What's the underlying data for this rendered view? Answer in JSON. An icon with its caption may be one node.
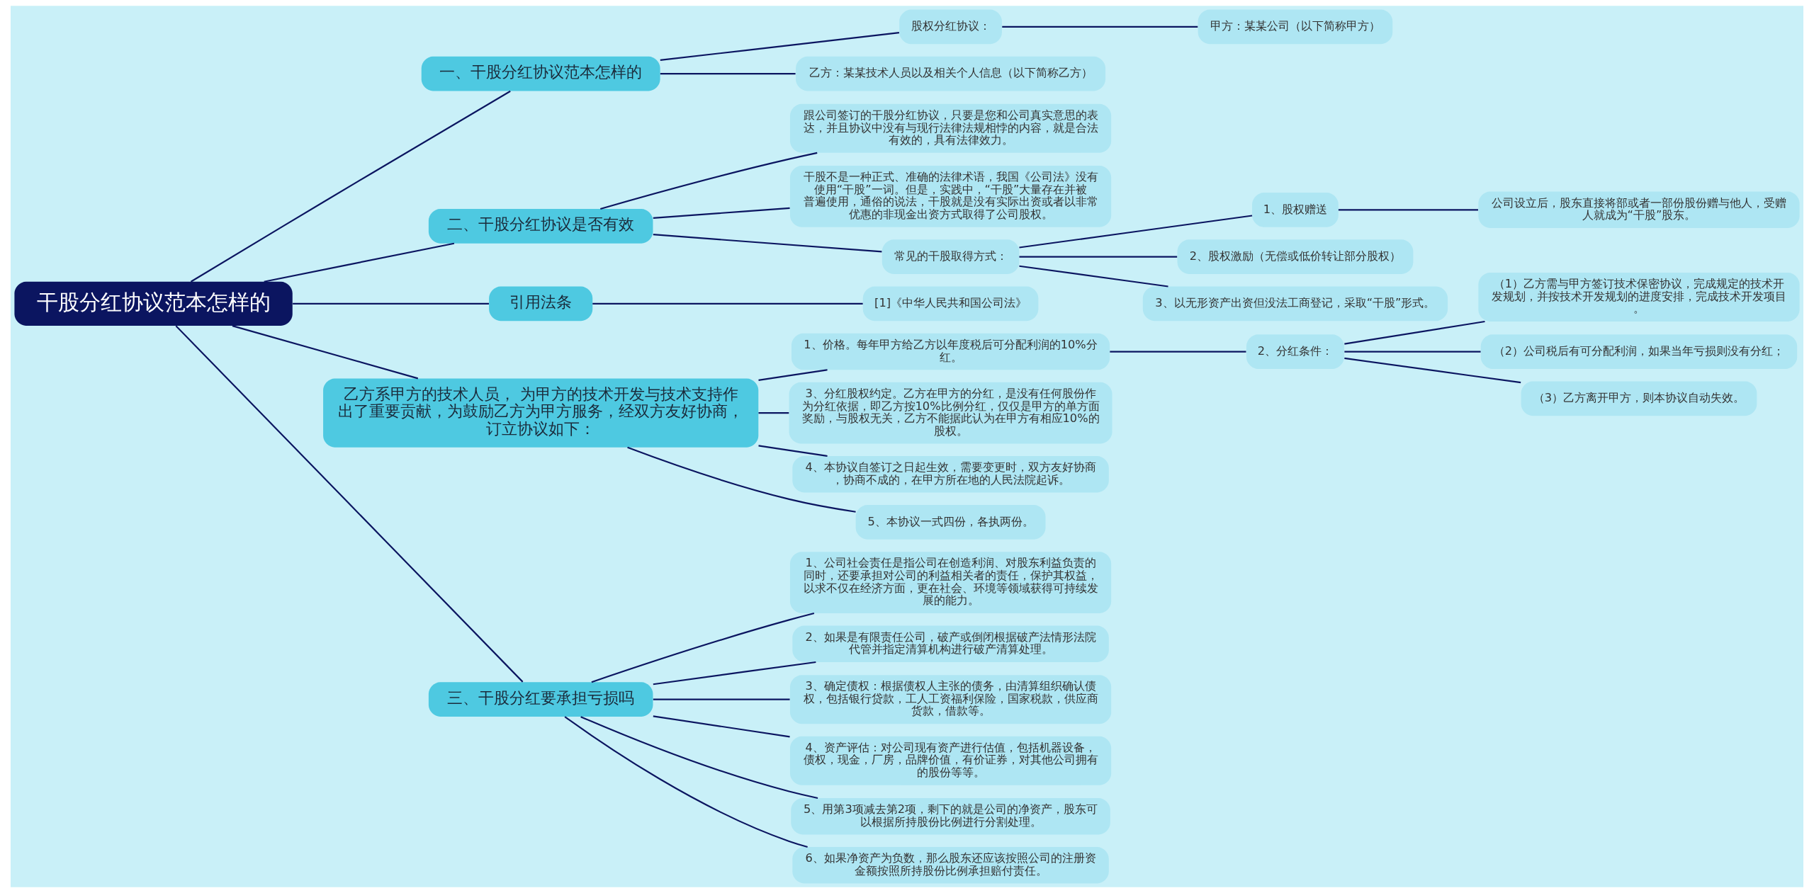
{
  "diagram": {
    "nodes": [
      {
        "text": [
          "干股分红协议范本怎样的"
        ]
      },
      {
        "text": [
          "一、干股分红协议范本怎样的"
        ]
      },
      {
        "text": [
          "股权分红协议："
        ]
      },
      {
        "text": [
          "甲方：某某公司（以下简称甲方）"
        ]
      },
      {
        "text": [
          "乙方：某某技术人员以及相关个人信息（以下简称乙方）"
        ]
      },
      {
        "text": [
          "二、干股分红协议是否有效"
        ]
      },
      {
        "text": [
          "跟公司签订的干股分红协议，只要是您和公司真实意思的表达，并且协议中没有与现行法律法规相悖的内容，就是合法有效的，具有法律效力。"
        ]
      },
      {
        "text": [
          "干股不是一种正式、准确的法律术语，我国《公司法》没有使用“干股”一词。但是，实践中，“干股”大量存在并被普遍使用，通俗的说法，干股就是没有实际出资或者以非常优惠的非现金出资方式取得了公司股权。"
        ]
      },
      {
        "text": [
          "常见的干股取得方式："
        ]
      },
      {
        "text": [
          "1、股权赠送"
        ]
      },
      {
        "text": [
          "公司设立后，股东直接将部或者一部份股份赠与他人，受赠人就成为“干股”股东。"
        ]
      },
      {
        "text": [
          "2、股权激励（无偿或低价转让部分股权）"
        ]
      },
      {
        "text": [
          "3、以无形资产出资但没法工商登记，采取“干股”形式。"
        ]
      },
      {
        "text": [
          "引用法条"
        ]
      },
      {
        "text": [
          "[1]《中华人民共和国公司法》"
        ]
      },
      {
        "text": [
          "乙方系甲方的技术人员， 为甲方的技术开发与技术支持作出了重要贡献，为鼓励乙方为甲方服务，经双方友好协商，订立协议如下："
        ]
      },
      {
        "text": [
          "1、价格。每年甲方给乙方以年度税后可分配利润的10%分红。"
        ]
      },
      {
        "text": [
          "2、分红条件："
        ]
      },
      {
        "text": [
          "（1）乙方需与甲方签订技术保密协议，完成规定的技术开发规划，并按技术开发规划的进度安排，完成技术开发项目。"
        ]
      },
      {
        "text": [
          "（2）公司税后有可分配利润，如果当年亏损则没有分红；"
        ]
      },
      {
        "text": [
          "（3）乙方离开甲方，则本协议自动失效。"
        ]
      },
      {
        "text": [
          "3、分红股权约定。乙方在甲方的分红，是没有任何股份作为分红依据，即乙方按10%比例分红，仅仅是甲方的单方面奖励，与股权无关，乙方不能据此认为在甲方有相应10%的股权。"
        ]
      },
      {
        "text": [
          "4、本协议自签订之日起生效，需要变更时，双方友好协商，协商不成的，在甲方所在地的人民法院起诉。"
        ]
      },
      {
        "text": [
          "5、本协议一式四份，各执两份。"
        ]
      },
      {
        "text": [
          "三、干股分红要承担亏损吗"
        ]
      },
      {
        "text": [
          "1、公司社会责任是指公司在创造利润、对股东利益负责的同时，还要承担对公司的利益相关者的责任，保护其权益，以求不仅在经济方面，更在社会、环境等领域获得可持续发展的能力。"
        ]
      },
      {
        "text": [
          "2、如果是有限责任公司，破产或倒闭根据破产法情形法院代管并指定清算机构进行破产清算处理。"
        ]
      },
      {
        "text": [
          "3、确定债权：根据债权人主张的债务，由清算组织确认债权，包括银行贷款，工人工资福利保险，国家税款，供应商货款，借款等。"
        ]
      },
      {
        "text": [
          "4、资产评估：对公司现有资产进行估值，包括机器设备，债权，现金，厂房，品牌价值，有价证券，对其他公司拥有的股份等等。"
        ]
      },
      {
        "text": [
          "5、用第3项减去第2项，剩下的就是公司的净资产，股东可以根据所持股份比例进行分割处理。"
        ]
      },
      {
        "text": [
          "6、如果净资产为负数，那么股东还应该按照公司的注册资金额按照所持股份比例承担赔付责任。"
        ]
      }
    ],
    "edges": [
      {
        "from": 0,
        "to": 1,
        "arrow": "none"
      },
      {
        "from": 1,
        "to": 2,
        "arrow": "none"
      },
      {
        "from": 2,
        "to": 3,
        "arrow": "none"
      },
      {
        "from": 1,
        "to": 4,
        "arrow": "none"
      },
      {
        "from": 0,
        "to": 5,
        "arrow": "none"
      },
      {
        "from": 5,
        "to": 6,
        "arrow": "none"
      },
      {
        "from": 5,
        "to": 7,
        "arrow": "none"
      },
      {
        "from": 5,
        "to": 8,
        "arrow": "none"
      },
      {
        "from": 8,
        "to": 9,
        "arrow": "none"
      },
      {
        "from": 9,
        "to": 10,
        "arrow": "none"
      },
      {
        "from": 8,
        "to": 11,
        "arrow": "none"
      },
      {
        "from": 8,
        "to": 12,
        "arrow": "none"
      },
      {
        "from": 0,
        "to": 13,
        "arrow": "none"
      },
      {
        "from": 13,
        "to": 14,
        "arrow": "none"
      },
      {
        "from": 0,
        "to": 15,
        "arrow": "none"
      },
      {
        "from": 15,
        "to": 16,
        "arrow": "none"
      },
      {
        "from": 16,
        "to": 17,
        "arrow": "none"
      },
      {
        "from": 17,
        "to": 18,
        "arrow": "none"
      },
      {
        "from": 17,
        "to": 19,
        "arrow": "none"
      },
      {
        "from": 17,
        "to": 20,
        "arrow": "none"
      },
      {
        "from": 15,
        "to": 21,
        "arrow": "none"
      },
      {
        "from": 15,
        "to": 22,
        "arrow": "none"
      },
      {
        "from": 15,
        "to": 23,
        "arrow": "none"
      },
      {
        "from": 0,
        "to": 24,
        "arrow": "none"
      },
      {
        "from": 24,
        "to": 25,
        "arrow": "none"
      },
      {
        "from": 24,
        "to": 26,
        "arrow": "none"
      },
      {
        "from": 24,
        "to": 27,
        "arrow": "none"
      },
      {
        "from": 24,
        "to": 28,
        "arrow": "none"
      },
      {
        "from": 24,
        "to": 29,
        "arrow": "none"
      },
      {
        "from": 24,
        "to": 30,
        "arrow": "none"
      }
    ]
  }
}
